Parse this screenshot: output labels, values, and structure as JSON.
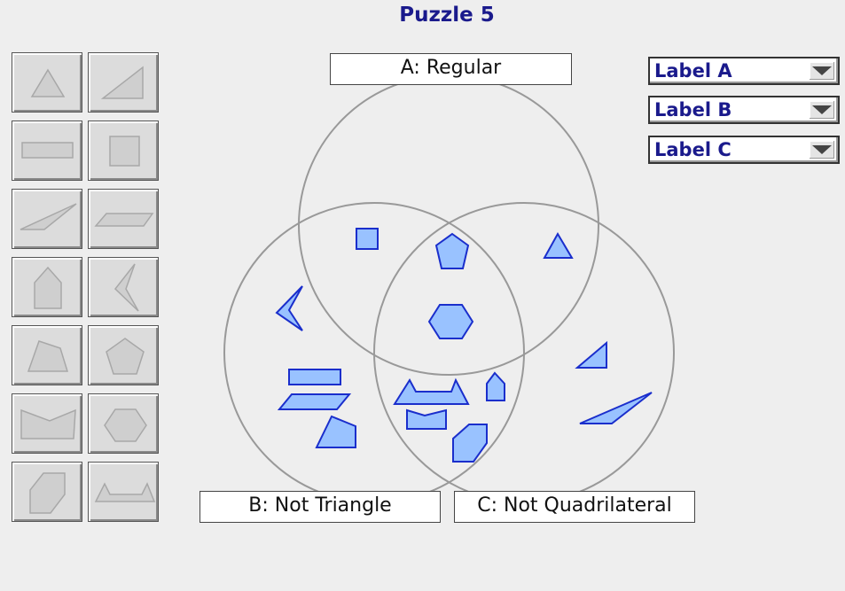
{
  "title": "Puzzle 5",
  "set_labels": {
    "a": "A: Regular",
    "b": "B: Not Triangle",
    "c": "C: Not Quadrilateral"
  },
  "dropdowns": [
    {
      "label": "Label A"
    },
    {
      "label": "Label B"
    },
    {
      "label": "Label C"
    }
  ],
  "palette_shapes": [
    "triangle-icon",
    "right-triangle-icon",
    "rectangle-icon",
    "square-icon",
    "thin-triangle-icon",
    "parallelogram-icon",
    "pentagon-house-icon",
    "arrowhead-icon",
    "quadrilateral-icon",
    "regular-pentagon-icon",
    "concave-pentagon-icon",
    "regular-hexagon-icon",
    "irregular-hexagon-icon",
    "bracket-shape-icon"
  ],
  "colors": {
    "title": "#1a1a8c",
    "shape_fill": "#99c2ff",
    "shape_stroke": "#1a2ecc",
    "palette_shape_fill": "#cfcfcf",
    "palette_shape_stroke": "#a8a8a8",
    "circle_stroke": "#999999"
  }
}
